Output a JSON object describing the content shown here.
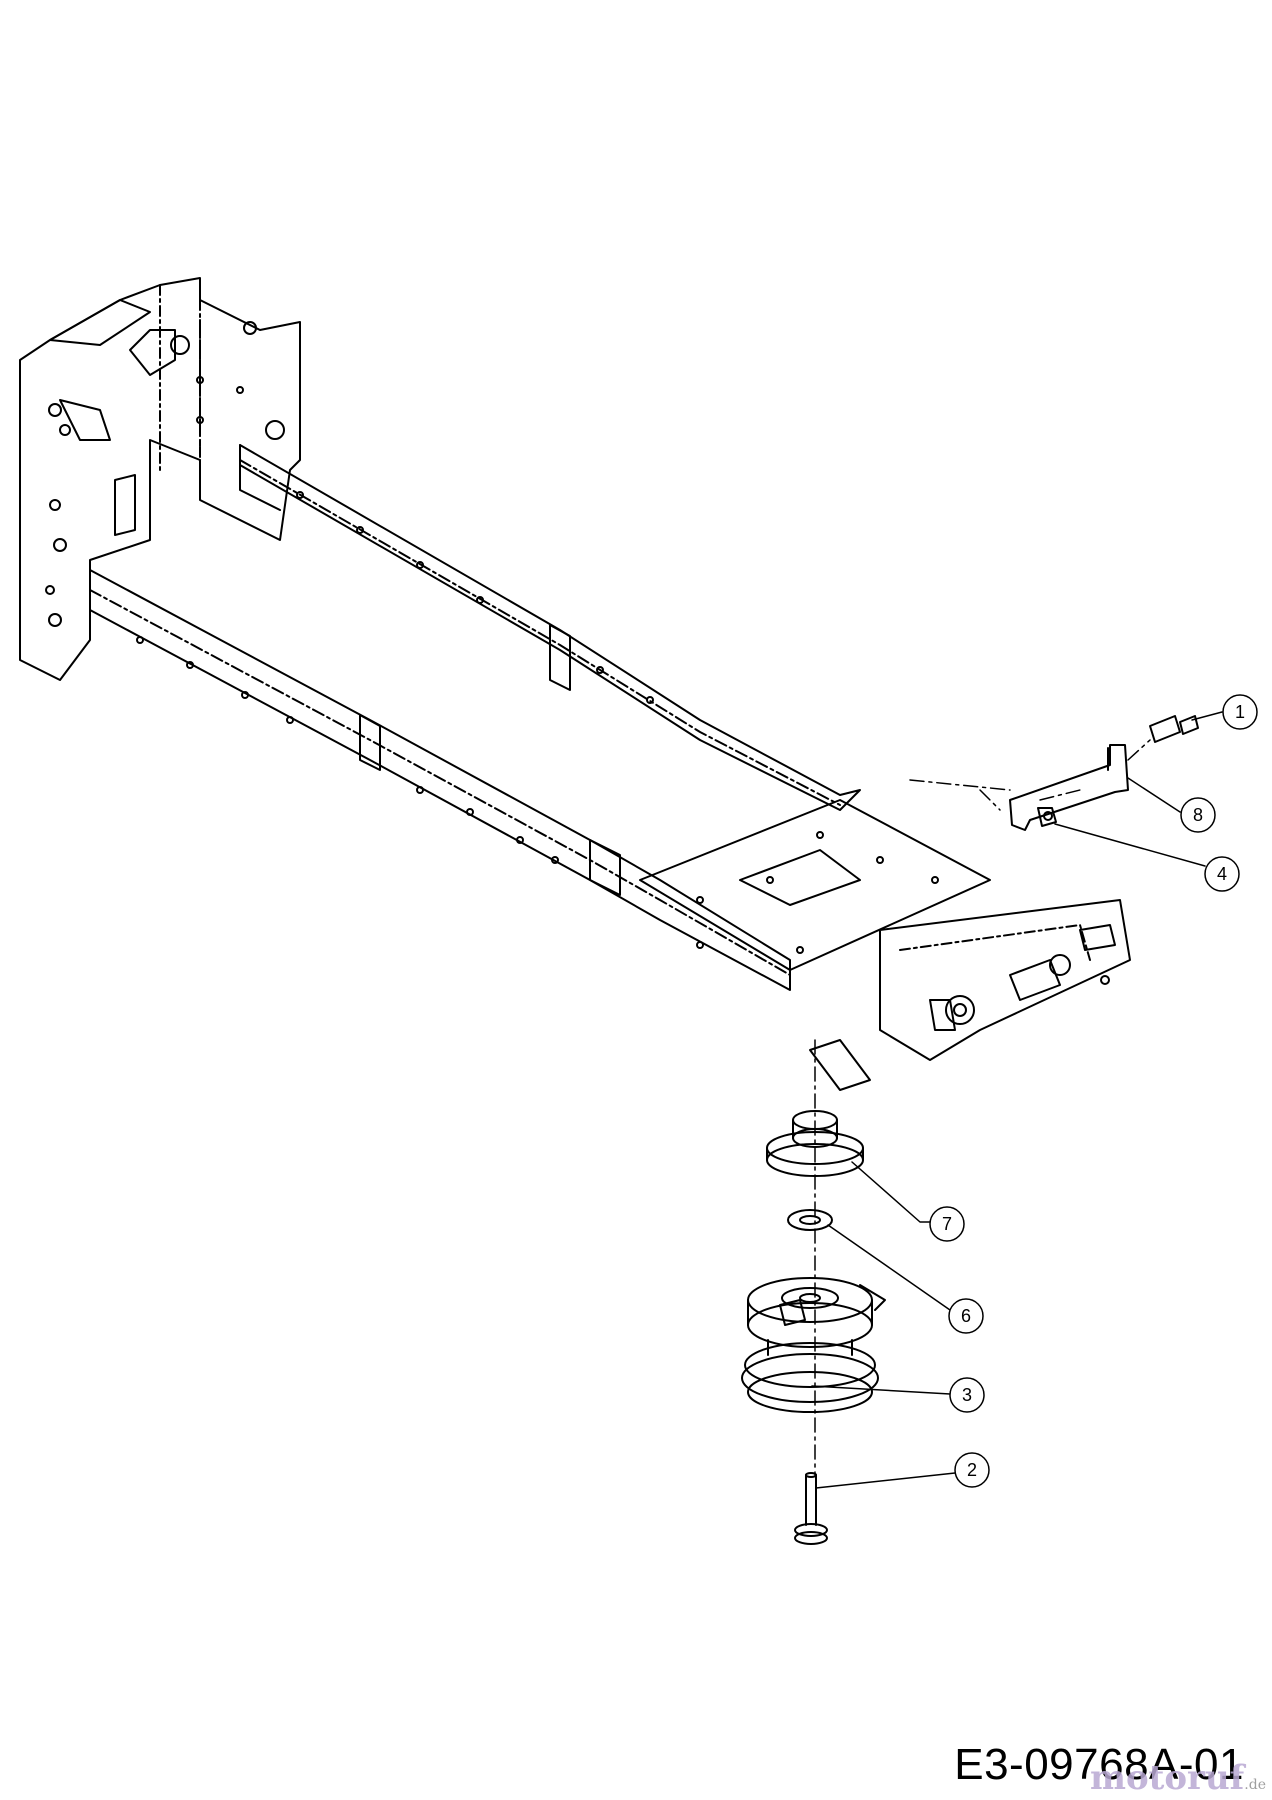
{
  "callouts": [
    {
      "number": "1"
    },
    {
      "number": "8"
    },
    {
      "number": "4"
    },
    {
      "number": "7"
    },
    {
      "number": "6"
    },
    {
      "number": "3"
    },
    {
      "number": "2"
    }
  ],
  "document_code": "E3-09768A-01",
  "watermark": {
    "text": "motoruf",
    "tld": ".de"
  }
}
